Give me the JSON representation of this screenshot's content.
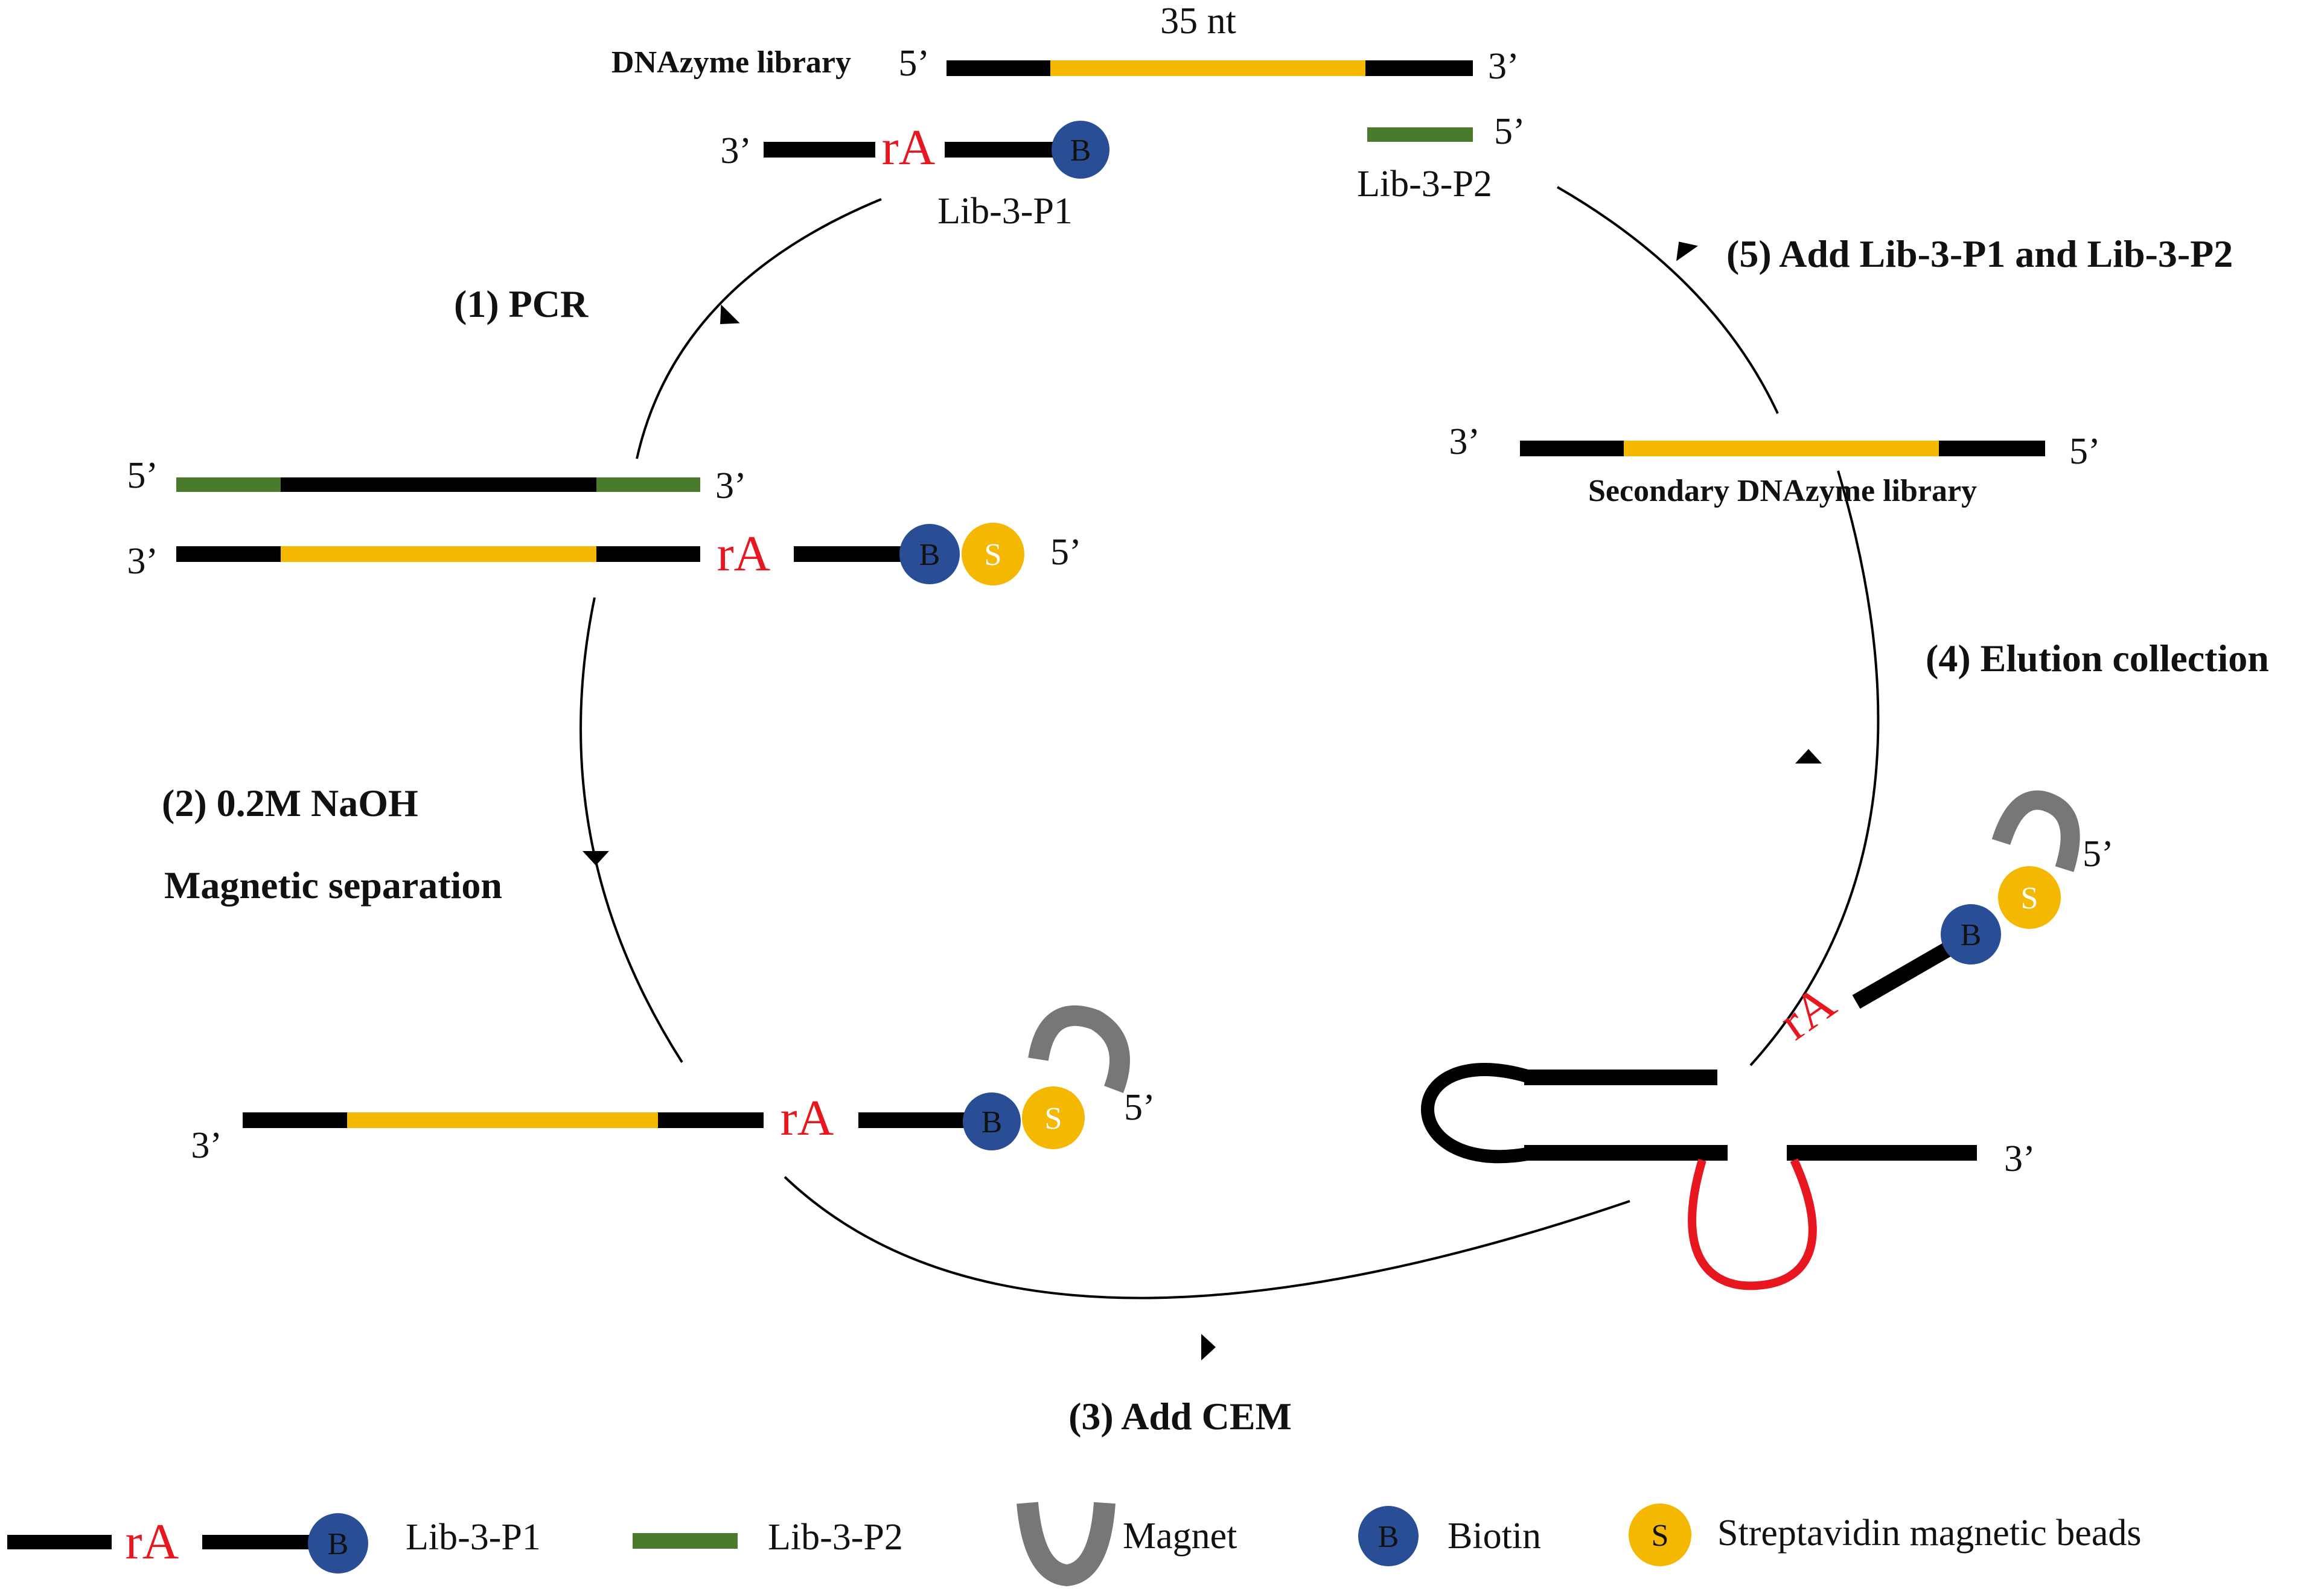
{
  "labels": {
    "top_length": "35 nt",
    "library": "DNAzyme library",
    "secondary_library": "Secondary DNAzyme library",
    "five": "5’",
    "three": "3’",
    "ra": "rA",
    "biotin_letter": "B",
    "strep_letter": "S",
    "p1": "Lib-3-P1",
    "p2": "Lib-3-P2"
  },
  "steps": {
    "s1": "(1) PCR",
    "s2a": "(2) 0.2M NaOH",
    "s2b": "Magnetic separation",
    "s3": "(3) Add CEM",
    "s4": "(4) Elution collection",
    "s5": "(5) Add Lib-3-P1 and Lib-3-P2"
  },
  "legend": {
    "p1": "Lib-3-P1",
    "p2": "Lib-3-P2",
    "magnet": "Magnet",
    "biotin": "Biotin",
    "beads": "Streptavidin magnetic beads"
  },
  "colors": {
    "strand": "#000000",
    "random_region": "#f5b800",
    "primer2": "#4a7a2c",
    "ribo": "#e8161e",
    "biotin": "#2a4e96",
    "streptavidin": "#f5b800",
    "magnet": "#777777"
  }
}
